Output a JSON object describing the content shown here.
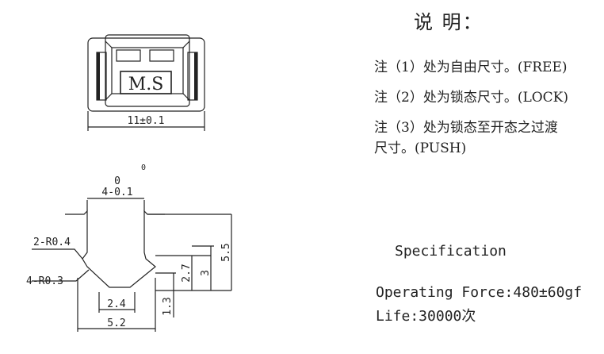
{
  "top_view": {
    "label": "M.S",
    "width_dim": "11±0.1"
  },
  "profile": {
    "small_mark": "0",
    "top_tol_upper": "0",
    "top_dim": "4-0.1",
    "radius_upper": "2-R0.4",
    "radius_lower": "4-R0.3",
    "bottom_inner": "2.4",
    "bottom_outer": "5.2",
    "h_1_3": "1.3",
    "h_2_7": "2.7",
    "h_3": "3",
    "h_5_5": "5.5"
  },
  "notes": {
    "title": "说   明：",
    "note1": "注（1）处为自由尺寸。(FREE)",
    "note2": "注（2）处为锁态尺寸。(LOCK)",
    "note3_line1": "注（3）处为锁态至开态之过渡",
    "note3_line2": "尺寸。(PUSH)"
  },
  "spec": {
    "heading": "Specification",
    "force": "Operating Force:480±60gf",
    "life": "Life:30000次"
  }
}
